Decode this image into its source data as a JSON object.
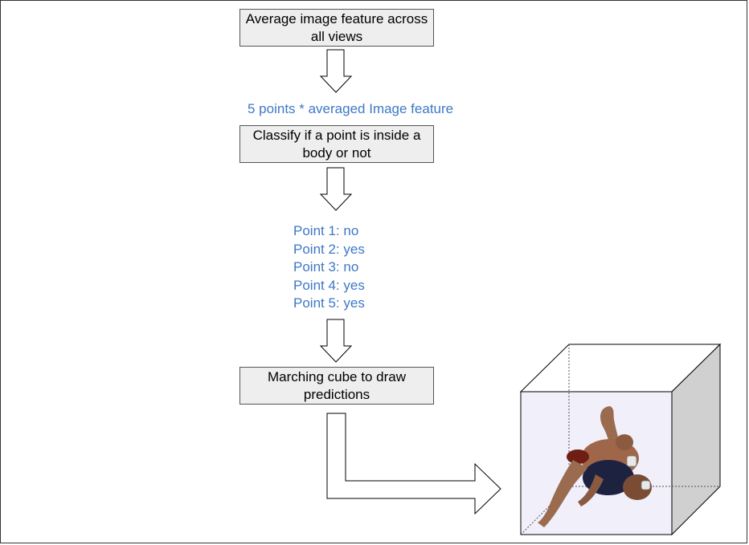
{
  "steps": [
    {
      "id": "average",
      "label": "Average image feature across all views"
    },
    {
      "id": "classify",
      "label": "Classify if a point is inside a body or not"
    },
    {
      "id": "march",
      "label": "Marching cube to draw predictions"
    }
  ],
  "input_note": "5 points * averaged Image feature",
  "point_results": [
    {
      "label": "Point 1: no"
    },
    {
      "label": "Point 2: yes"
    },
    {
      "label": "Point 3: no"
    },
    {
      "label": "Point 4: yes"
    },
    {
      "label": "Point 5: yes"
    }
  ],
  "colors": {
    "note_text": "#3d78c6",
    "box_fill": "#eeeeee",
    "cube_front": "#f0effa",
    "cube_side": "#d0d0d0"
  },
  "icons": {
    "output_figure": "human-body-figure-in-cube"
  }
}
